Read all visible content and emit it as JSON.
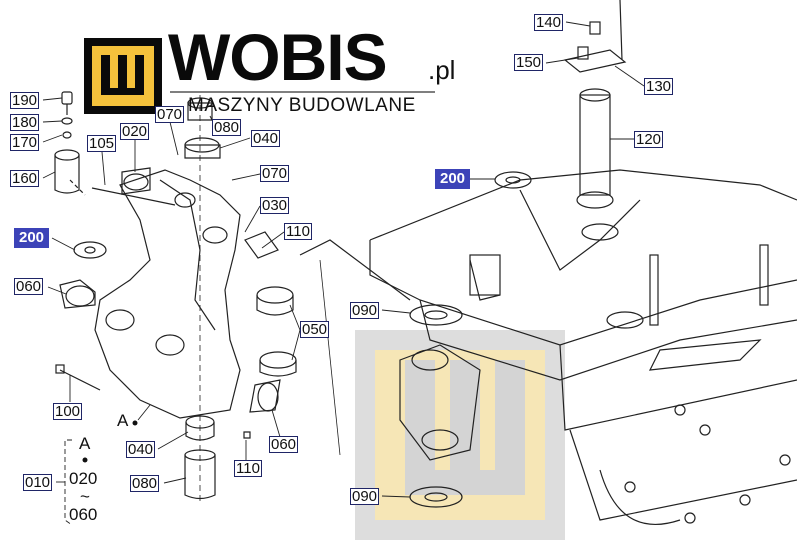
{
  "logo": {
    "brand": "WOBIS",
    "suffix": ".pl",
    "tagline": "MASZYNY BUDOWLANE",
    "yellow": "#f5c23c"
  },
  "callouts": {
    "c190": "190",
    "c180": "180",
    "c170": "170",
    "c160": "160",
    "c105": "105",
    "c020": "020",
    "c070a": "070",
    "c080a": "080",
    "c040a": "040",
    "c070b": "070",
    "c030": "030",
    "c110a": "110",
    "c200a": "200",
    "c060a": "060",
    "c050": "050",
    "c100": "100",
    "c040b": "040",
    "c110b": "110",
    "c060b": "060",
    "c080b": "080",
    "c010": "010",
    "c140": "140",
    "c150": "150",
    "c130": "130",
    "c120": "120",
    "c200b": "200",
    "c090a": "090",
    "c090b": "090"
  },
  "assembly_note": {
    "ref": "A",
    "range_start": "020",
    "tilde": "~",
    "range_end": "060",
    "marker": "A"
  },
  "colors": {
    "highlight": "#3c43b8",
    "label_border": "#1f2566"
  }
}
